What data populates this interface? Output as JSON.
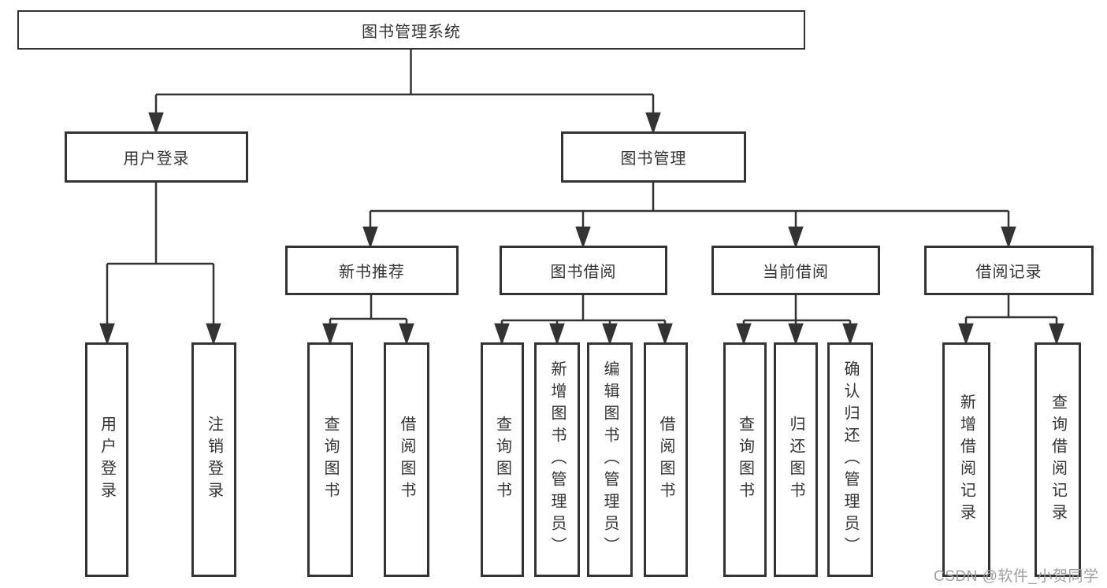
{
  "tree": {
    "label": "图书管理系统",
    "children": [
      {
        "label": "用户登录",
        "children": [
          {
            "label": "用户登录"
          },
          {
            "label": "注销登录"
          }
        ]
      },
      {
        "label": "图书管理",
        "children": [
          {
            "label": "新书推荐",
            "children": [
              {
                "label": "查询图书"
              },
              {
                "label": "借阅图书"
              }
            ]
          },
          {
            "label": "图书借阅",
            "children": [
              {
                "label": "查询图书"
              },
              {
                "label": "新增图书（管理员）"
              },
              {
                "label": "编辑图书（管理员）"
              },
              {
                "label": "借阅图书"
              }
            ]
          },
          {
            "label": "当前借阅",
            "children": [
              {
                "label": "查询图书"
              },
              {
                "label": "归还图书"
              },
              {
                "label": "确认归还（管理员）"
              }
            ]
          },
          {
            "label": "借阅记录",
            "children": [
              {
                "label": "新增借阅记录"
              },
              {
                "label": "查询借阅记录"
              }
            ]
          }
        ]
      }
    ]
  },
  "watermark": {
    "text": "CSDN @软件_小贺同学"
  },
  "colors": {
    "line": "#333333",
    "box_border": "#333333",
    "text": "#333333",
    "watermark": "#9f9f9f",
    "background": "#ffffff"
  }
}
